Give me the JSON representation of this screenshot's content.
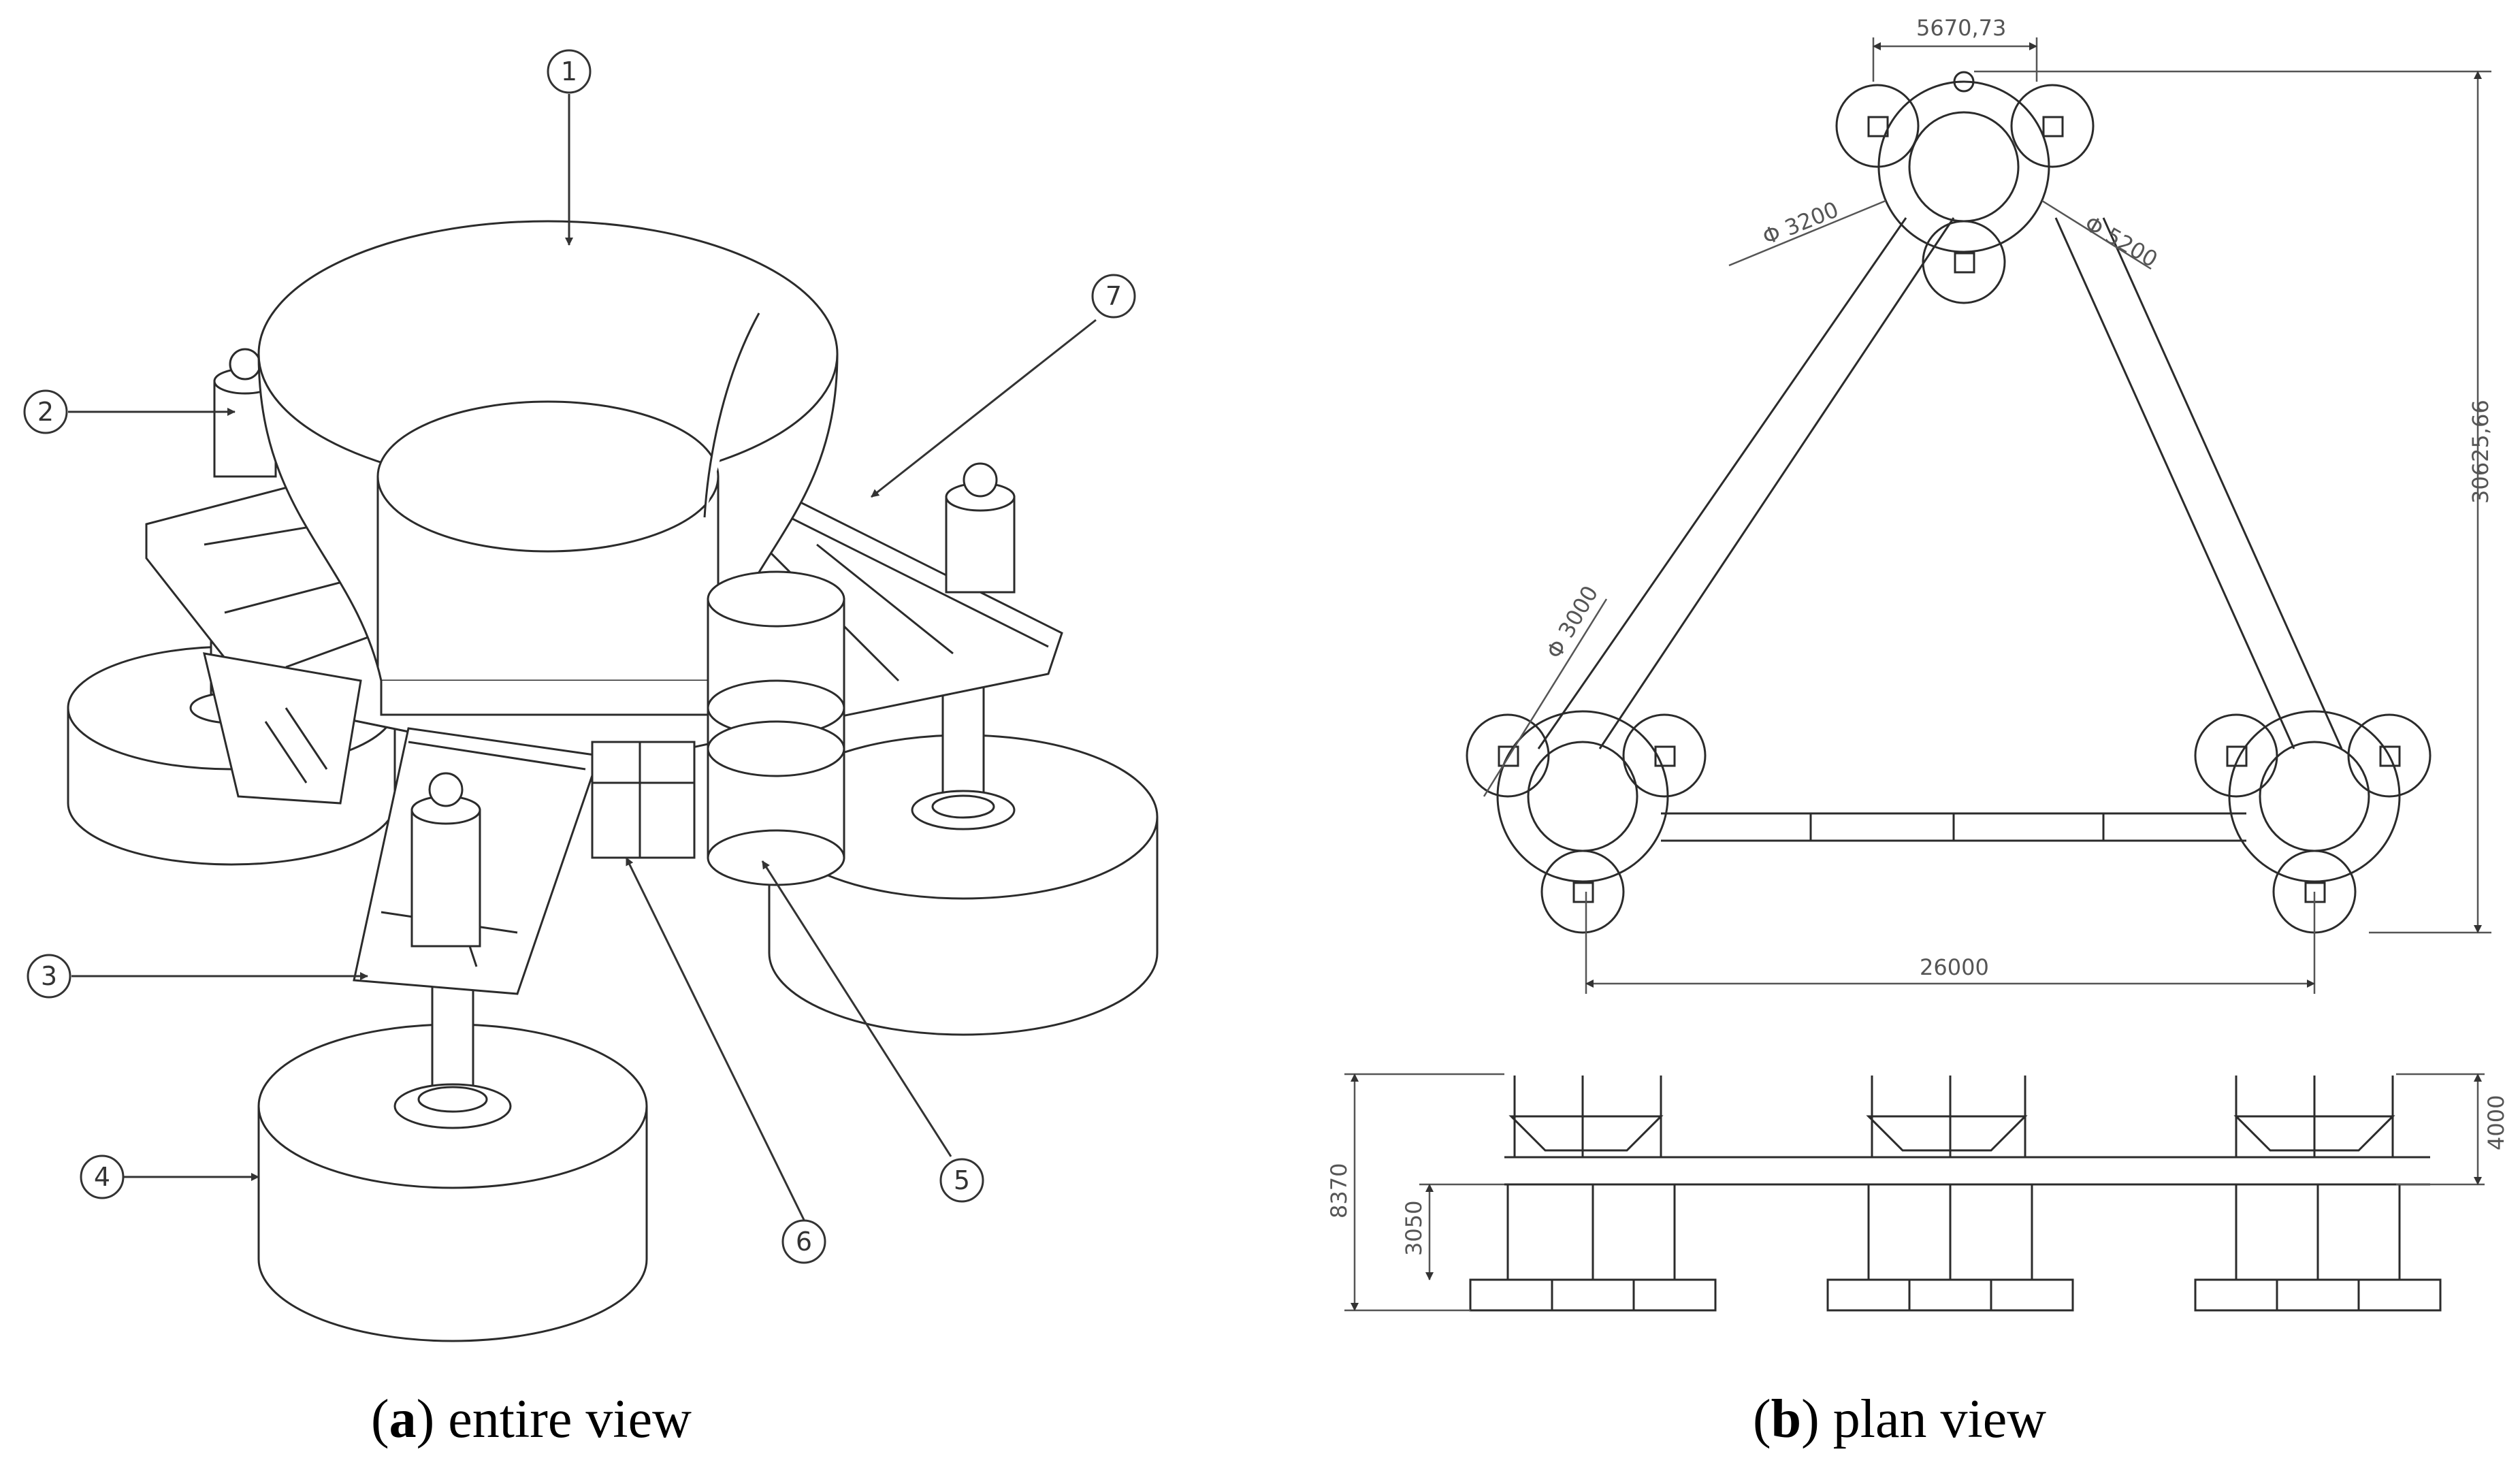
{
  "panel_a": {
    "callouts": [
      "1",
      "2",
      "3",
      "4",
      "5",
      "6",
      "7"
    ],
    "caption_letter": "a",
    "caption_text": " entire view"
  },
  "panel_b": {
    "dims": {
      "top_spacing": "5670,73",
      "height": "30625,66",
      "phi_inner": "Φ 3200",
      "phi_outer": "Φ 5200",
      "phi_float": "Φ 3000",
      "span": "26000",
      "elev_total": "8370",
      "elev_pillar": "3050",
      "elev_right": "4000"
    },
    "caption_letter": "b",
    "caption_text": " plan view"
  },
  "colors": {
    "line": "#2b2b2b",
    "dim": "#555555",
    "caption": "#000000"
  }
}
